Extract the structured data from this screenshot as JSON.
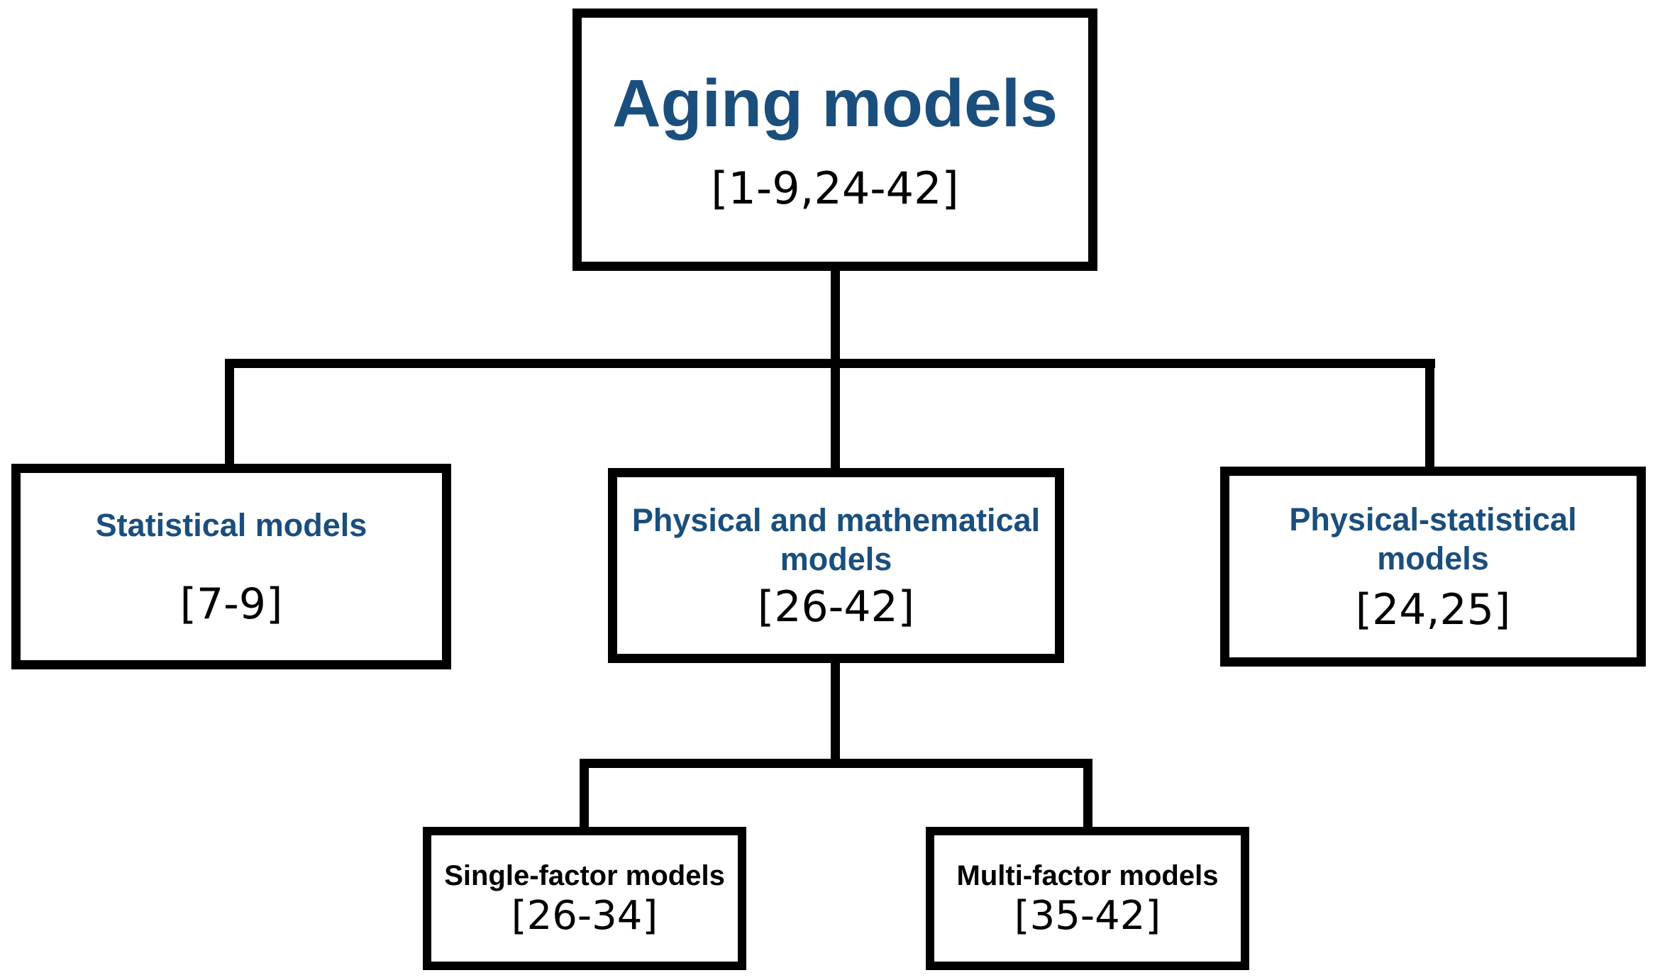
{
  "diagram": {
    "type": "tree",
    "colors": {
      "title_blue": "#1a4e7d",
      "line_black": "#000000",
      "background": "#ffffff"
    },
    "nodes": {
      "root": {
        "title_lines": [
          "Aging models"
        ],
        "ref": "[1-9,24-42]"
      },
      "statistical": {
        "title_lines": [
          "Statistical models"
        ],
        "ref": "[7-9]"
      },
      "physical_mathematical": {
        "title_lines": [
          "Physical and mathematical",
          "models"
        ],
        "ref": "[26-42]"
      },
      "physical_statistical": {
        "title_lines": [
          "Physical-statistical",
          "models"
        ],
        "ref": "[24,25]"
      },
      "single_factor": {
        "title_lines": [
          "Single-factor models"
        ],
        "ref": "[26-34]"
      },
      "multi_factor": {
        "title_lines": [
          "Multi-factor models"
        ],
        "ref": "[35-42]"
      }
    },
    "edges": [
      [
        "root",
        "statistical"
      ],
      [
        "root",
        "physical_mathematical"
      ],
      [
        "root",
        "physical_statistical"
      ],
      [
        "physical_mathematical",
        "single_factor"
      ],
      [
        "physical_mathematical",
        "multi_factor"
      ]
    ]
  }
}
